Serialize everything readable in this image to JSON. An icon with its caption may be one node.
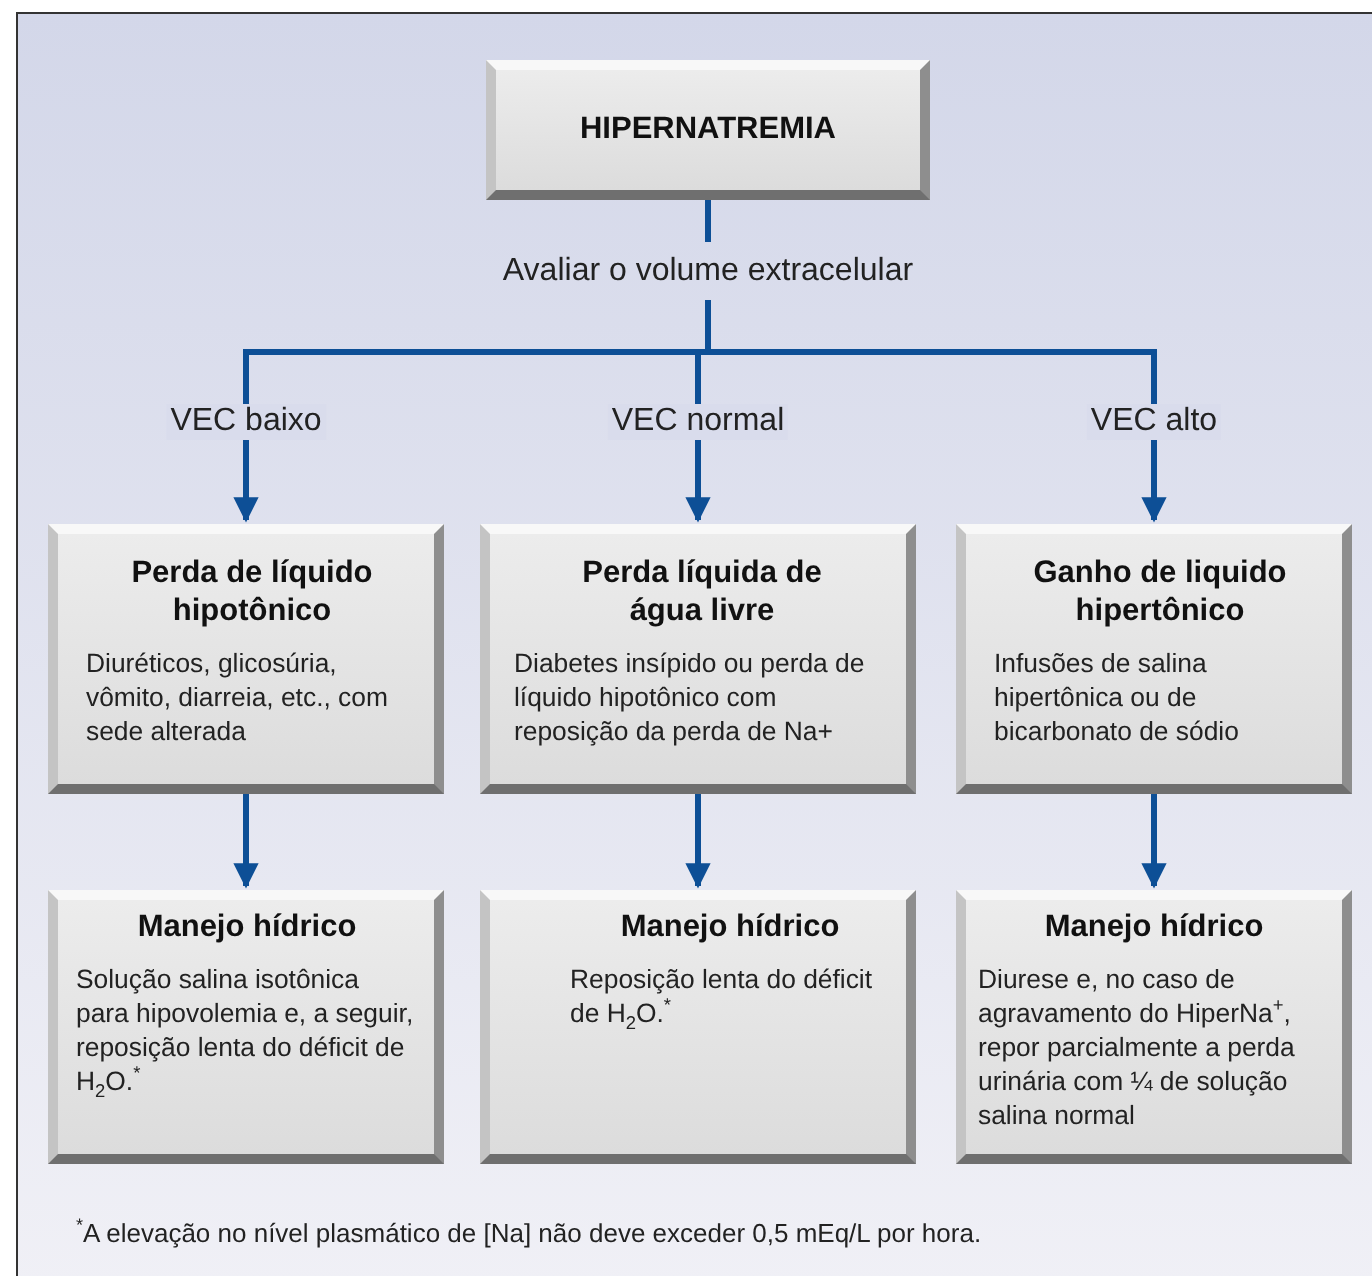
{
  "diagram": {
    "nodes": [
      {
        "text": [
          "HIPERNATREMIA"
        ]
      },
      {
        "text": [
          "Avaliar o volume extracelular"
        ]
      },
      {
        "text": [
          "Perda de líquido hipotônico",
          "Diuréticos, glicosúria, vômito, diarreia, etc., com sede alterada"
        ]
      },
      {
        "text": [
          "Perda líquida de água livre",
          "Diabetes insípido ou perda de líquido hipotônico com reposição da perda de Na+"
        ]
      },
      {
        "text": [
          "Ganho de liquido hipertônico",
          "Infusões de salina hipertônica ou de bicarbonato de sódio"
        ]
      },
      {
        "text": [
          "Manejo hídrico",
          "Solução salina isotônica para hipovolemia e, a seguir, reposição lenta do déficit de H$_{2}$O.$^{*}$"
        ]
      },
      {
        "text": [
          "Manejo hídrico",
          "Reposição lenta do déficit de H$_{2}$O.$^{*}$"
        ]
      },
      {
        "text": [
          "Manejo hídrico",
          "Diurese e, no caso de agravamento do HiperNa$^{+}$, repor parcialmente a perda urinária com ¼ de solução salina normal"
        ]
      }
    ],
    "edges": [
      {
        "from": 0,
        "to": 1,
        "arrow": "none"
      },
      {
        "from": 1,
        "to": 2,
        "arrow": "to",
        "label": "VEC baixo"
      },
      {
        "from": 1,
        "to": 3,
        "arrow": "to",
        "label": "VEC normal"
      },
      {
        "from": 1,
        "to": 4,
        "arrow": "to",
        "label": "VEC alto"
      },
      {
        "from": 2,
        "to": 5,
        "arrow": "to"
      },
      {
        "from": 3,
        "to": 6,
        "arrow": "to"
      },
      {
        "from": 4,
        "to": 7,
        "arrow": "to"
      }
    ],
    "labels": [
      "$^{*}$A elevação no nível plasmático de [Na] não deve exceder 0,5 mEq/L por hora."
    ]
  }
}
